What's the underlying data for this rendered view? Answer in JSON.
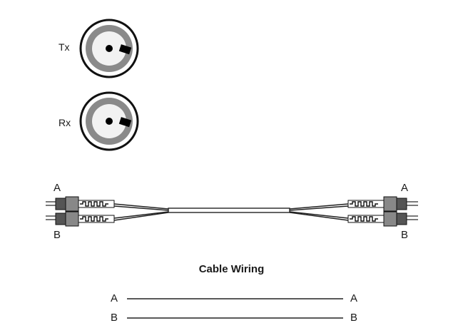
{
  "ports": {
    "tx_label": "Tx",
    "rx_label": "Rx"
  },
  "cable": {
    "left_a": "A",
    "left_b": "B",
    "right_a": "A",
    "right_b": "B"
  },
  "wiring": {
    "title": "Cable Wiring",
    "rows": [
      {
        "from": "A",
        "to": "A"
      },
      {
        "from": "B",
        "to": "B"
      }
    ]
  }
}
